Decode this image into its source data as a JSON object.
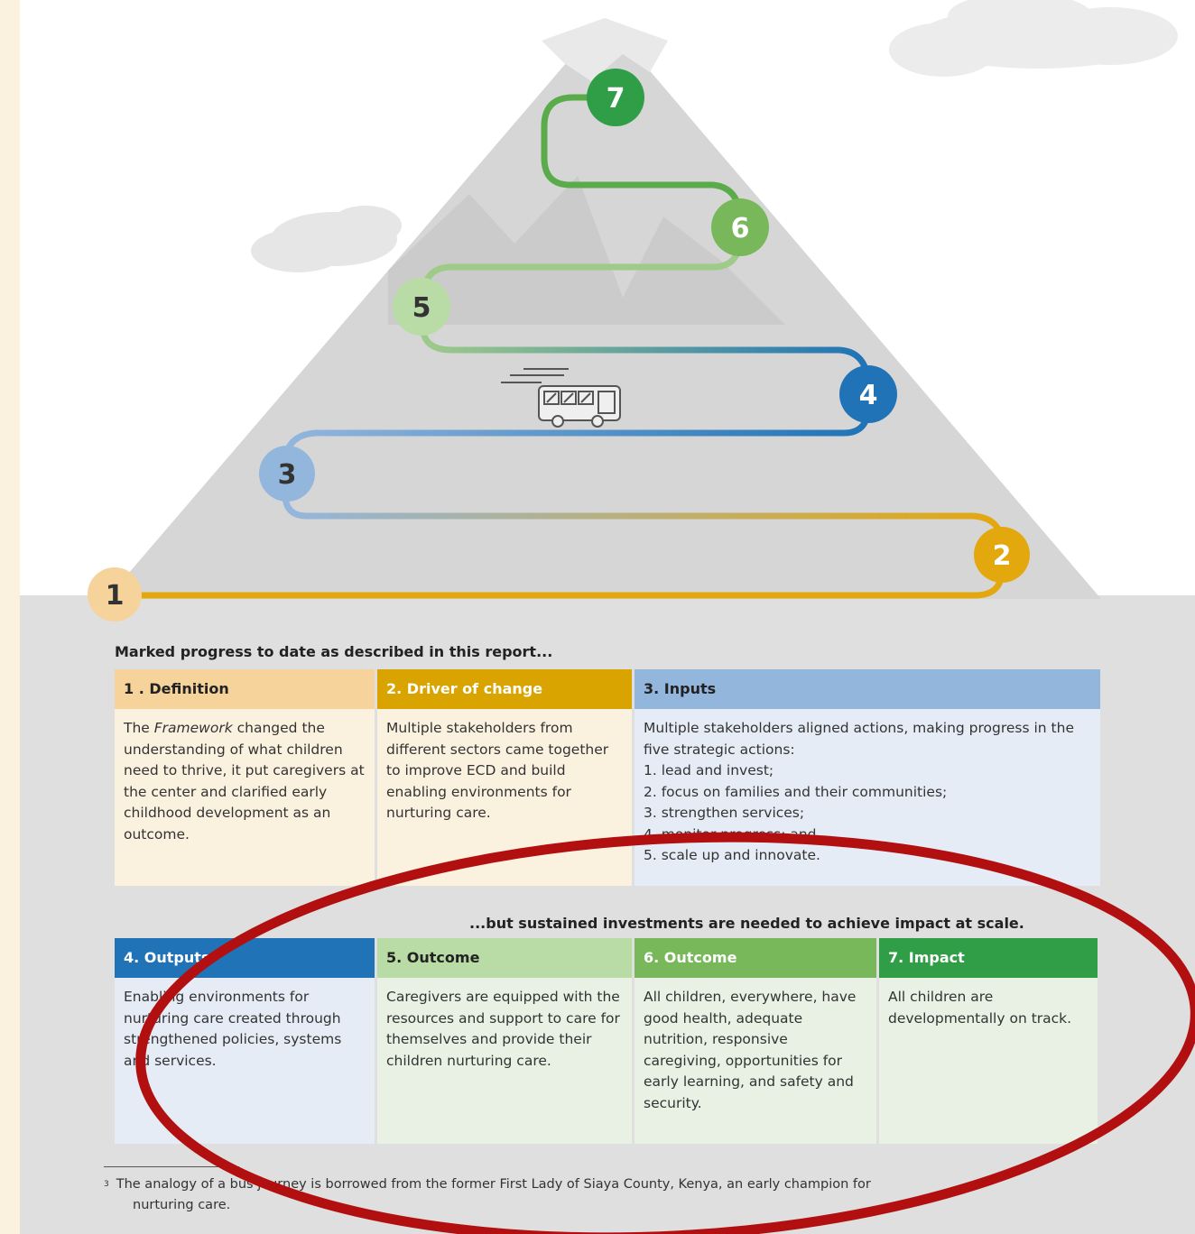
{
  "colors": {
    "gold": "#e4a80f",
    "light_gold": "#f5d39a",
    "light_blue": "#93b6dd",
    "blue": "#1f73b6",
    "light_green": "#9fcb88",
    "green_mid": "#79b85a",
    "green": "#2f9e47",
    "mountain": "#d6d6d6",
    "annotation_red": "#b21010"
  },
  "markers": [
    "1",
    "2",
    "3",
    "4",
    "5",
    "6",
    "7"
  ],
  "intro_heading": "Marked progress to date as described in this report...",
  "top_boxes": [
    {
      "title": "1 . Definition",
      "text_before_em": "The ",
      "text_em": "Framework",
      "text_after_em": " changed the understanding of what children need to thrive, it put caregivers at the center and clarified early childhood development as an outcome."
    },
    {
      "title": "2. Driver of change",
      "text": "Multiple stakeholders from different sectors came together to improve ECD and build enabling environments for nurturing care."
    },
    {
      "title": "3. Inputs",
      "intro": "Multiple stakeholders aligned actions, making progress in the five strategic actions:",
      "items": [
        "1.  lead and invest;",
        "2. focus on families and their communities;",
        "3. strengthen services;",
        "4. monitor progress; and",
        "5. scale up and innovate."
      ]
    }
  ],
  "sustained_heading": "...but sustained investments are needed to achieve impact at scale.",
  "bottom_boxes": [
    {
      "title": "4. Outputs",
      "text": "Enabling environments for nurturing care created through strengthened policies, systems and services."
    },
    {
      "title": "5. Outcome",
      "text": "Caregivers are equipped with the resources and support to care for themselves and provide their children nurturing care."
    },
    {
      "title": "6. Outcome",
      "text": "All children, everywhere, have good health, adequate nutrition, responsive caregiving, opportunities for early learning, and safety and security."
    },
    {
      "title": "7. Impact",
      "text": "All children are developmentally on track."
    }
  ],
  "footnote": {
    "mark": "3",
    "line1": "The analogy of a bus journey is borrowed from the former First Lady of Siaya County, Kenya, an early champion for",
    "line2": "nurturing care."
  }
}
